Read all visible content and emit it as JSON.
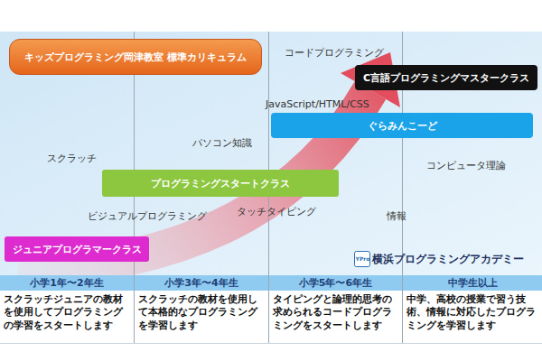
{
  "diagram": {
    "nodes": [
      {
        "text": [
          "キッズプログラミング岡津教室 標準カリキュラム"
        ]
      },
      {
        "text": [
          "C言語プログラミングマスタークラス"
        ]
      },
      {
        "text": [
          "ぐらみんこーど"
        ]
      },
      {
        "text": [
          "プログラミングスタートクラス"
        ]
      },
      {
        "text": [
          "ジュニアプログラマークラス"
        ]
      },
      {
        "text": [
          "小学1年〜2年生"
        ]
      },
      {
        "text": [
          "小学3年〜4年生"
        ]
      },
      {
        "text": [
          "小学5年〜6年生"
        ]
      },
      {
        "text": [
          "中学生以上"
        ]
      }
    ],
    "labels": [
      "コードプログラミング",
      "JavaScript/HTML/CSS",
      "パソコン知識",
      "スクラッチ",
      "コンピュータ理論",
      "タッチタイピング",
      "ビジュアルプログラミング",
      "情報",
      "YPro",
      "横浜プログラミングアカデミー",
      "スクラッチジュニアの教材を使用してプログラミングの学習をスタートします",
      "スクラッチの教材を使用して本格的なプログラミングを学習します",
      "タイピングと論理的思考の求められるコードプログラミングをスタートします",
      "中学、高校の授業で習う技術、情報に対応したプログラミングを学習します"
    ]
  }
}
